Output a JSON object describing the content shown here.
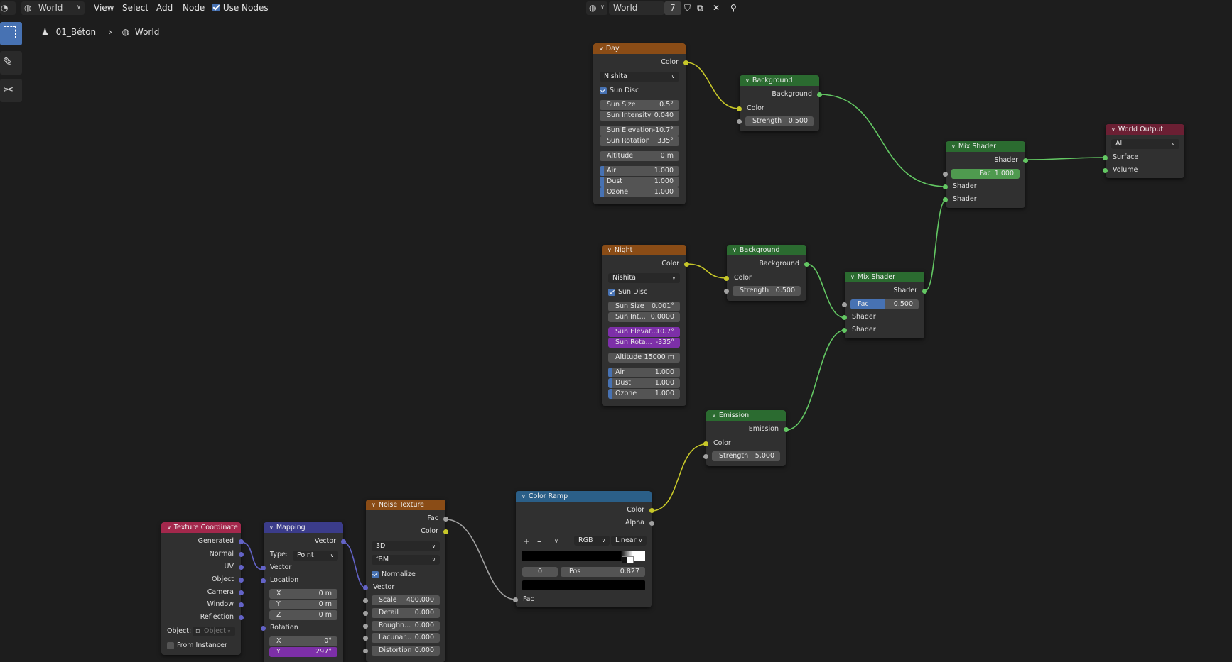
{
  "header": {
    "editor_type": "World",
    "menus": [
      "View",
      "Select",
      "Add",
      "Node"
    ],
    "use_nodes_label": "Use Nodes",
    "world_name": "World",
    "user_count": "7"
  },
  "breadcrumb": {
    "object": "01_Béton",
    "world": "World"
  },
  "nodes": {
    "day": {
      "title": "Day",
      "out_color": "Color",
      "model": "Nishita",
      "sun_disc": "Sun Disc",
      "fields": [
        {
          "label": "Sun Size",
          "value": "0.5°"
        },
        {
          "label": "Sun Intensity",
          "value": "0.040"
        },
        {
          "label": "Sun Elevation",
          "value": "-10.7°"
        },
        {
          "label": "Sun Rotation",
          "value": "335°"
        },
        {
          "label": "Altitude",
          "value": "0 m"
        },
        {
          "label": "Air",
          "value": "1.000"
        },
        {
          "label": "Dust",
          "value": "1.000"
        },
        {
          "label": "Ozone",
          "value": "1.000"
        }
      ]
    },
    "night": {
      "title": "Night",
      "out_color": "Color",
      "model": "Nishita",
      "sun_disc": "Sun Disc",
      "fields": [
        {
          "label": "Sun Size",
          "value": "0.001°"
        },
        {
          "label": "Sun Int...",
          "value": "0.0000"
        },
        {
          "label": "Sun Elevat...",
          "value": "10.7°"
        },
        {
          "label": "Sun Rota...",
          "value": "-335°"
        },
        {
          "label": "Altitude",
          "value": "15000 m"
        },
        {
          "label": "Air",
          "value": "1.000"
        },
        {
          "label": "Dust",
          "value": "1.000"
        },
        {
          "label": "Ozone",
          "value": "1.000"
        }
      ]
    },
    "bg1": {
      "title": "Background",
      "out": "Background",
      "in_color": "Color",
      "strength_label": "Strength",
      "strength": "0.500"
    },
    "bg2": {
      "title": "Background",
      "out": "Background",
      "in_color": "Color",
      "strength_label": "Strength",
      "strength": "0.500"
    },
    "mix1": {
      "title": "Mix Shader",
      "out": "Shader",
      "fac_label": "Fac",
      "fac": "1.000",
      "in1": "Shader",
      "in2": "Shader",
      "fac_fill": 1.0
    },
    "mix2": {
      "title": "Mix Shader",
      "out": "Shader",
      "fac_label": "Fac",
      "fac": "0.500",
      "in1": "Shader",
      "in2": "Shader",
      "fac_fill": 0.5
    },
    "output": {
      "title": "World Output",
      "target": "All",
      "surface": "Surface",
      "volume": "Volume"
    },
    "emission": {
      "title": "Emission",
      "out": "Emission",
      "in_color": "Color",
      "strength_label": "Strength",
      "strength": "5.000"
    },
    "ramp": {
      "title": "Color Ramp",
      "out_color": "Color",
      "out_alpha": "Alpha",
      "plus": "+",
      "minus": "–",
      "mode": "RGB",
      "interp": "Linear",
      "index": "0",
      "pos_label": "Pos",
      "pos": "0.827",
      "in_fac": "Fac"
    },
    "noise": {
      "title": "Noise Texture",
      "out_fac": "Fac",
      "out_color": "Color",
      "dims": "3D",
      "type": "fBM",
      "normalize": "Normalize",
      "in_vector": "Vector",
      "fields": [
        {
          "label": "Scale",
          "value": "400.000"
        },
        {
          "label": "Detail",
          "value": "0.000"
        },
        {
          "label": "Roughn...",
          "value": "0.000"
        },
        {
          "label": "Lacunar...",
          "value": "0.000"
        },
        {
          "label": "Distortion",
          "value": "0.000"
        }
      ]
    },
    "mapping": {
      "title": "Mapping",
      "out": "Vector",
      "type_label": "Type:",
      "type": "Point",
      "in_vector": "Vector",
      "location": "Location",
      "rotation": "Rotation",
      "loc": [
        {
          "label": "X",
          "value": "0 m"
        },
        {
          "label": "Y",
          "value": "0 m"
        },
        {
          "label": "Z",
          "value": "0 m"
        }
      ],
      "rot": [
        {
          "label": "X",
          "value": "0°"
        },
        {
          "label": "Y",
          "value": "297°"
        }
      ]
    },
    "texcoord": {
      "title": "Texture Coordinate",
      "outputs": [
        "Generated",
        "Normal",
        "UV",
        "Object",
        "Camera",
        "Window",
        "Reflection"
      ],
      "object_label": "Object:",
      "object_placeholder": "Object",
      "from_instancer": "From Instancer"
    }
  }
}
